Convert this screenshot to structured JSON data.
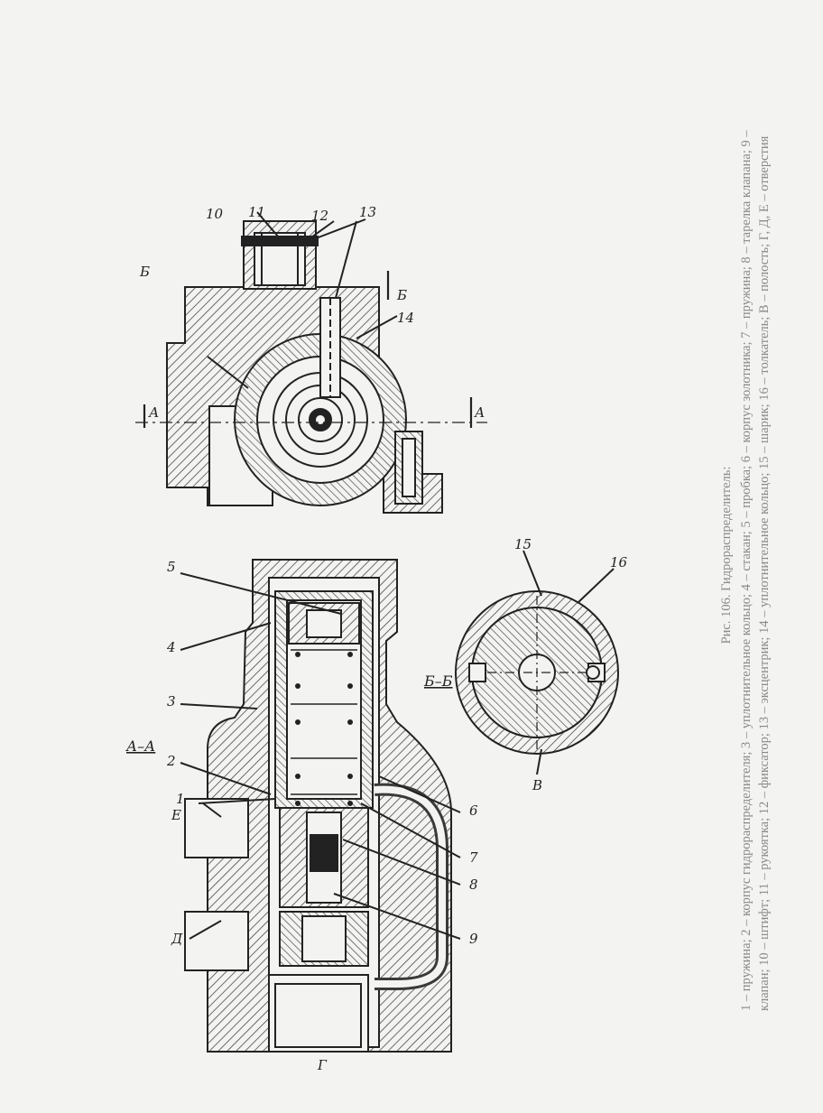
{
  "figure": {
    "caption_title": "Рис. 106. Гидрораспределитель:",
    "caption_body": "1 – пружина; 2 – корпус гидрораспределителя; 3 – уплотнительное кольцо; 4 – стакан; 5 – пробка; 6 – корпус золотника; 7 – пружина; 8 – тарелка клапана; 9 – клапан; 10 – штифт; 11 – рукоятка; 12 – фиксатор; 13 – эксцентрик; 14 – уплотнительное кольцо; 15 – шарик; 16 – толкатель; В – полость; Г, Д, Е – отверстия"
  },
  "views": {
    "section_aa": "А–А",
    "section_bb": "Б–Б",
    "cut_a": "А",
    "cut_b": "Б"
  },
  "callouts": {
    "n1": "1",
    "n2": "2",
    "n3": "3",
    "n4": "4",
    "n5": "5",
    "n6": "6",
    "n7": "7",
    "n8": "8",
    "n9": "9",
    "n10": "10",
    "n11": "11",
    "n12": "12",
    "n13": "13",
    "n14": "14",
    "n15": "15",
    "n16": "16",
    "letter_e": "Е",
    "letter_d": "Д",
    "letter_g": "Г",
    "letter_v": "В"
  }
}
